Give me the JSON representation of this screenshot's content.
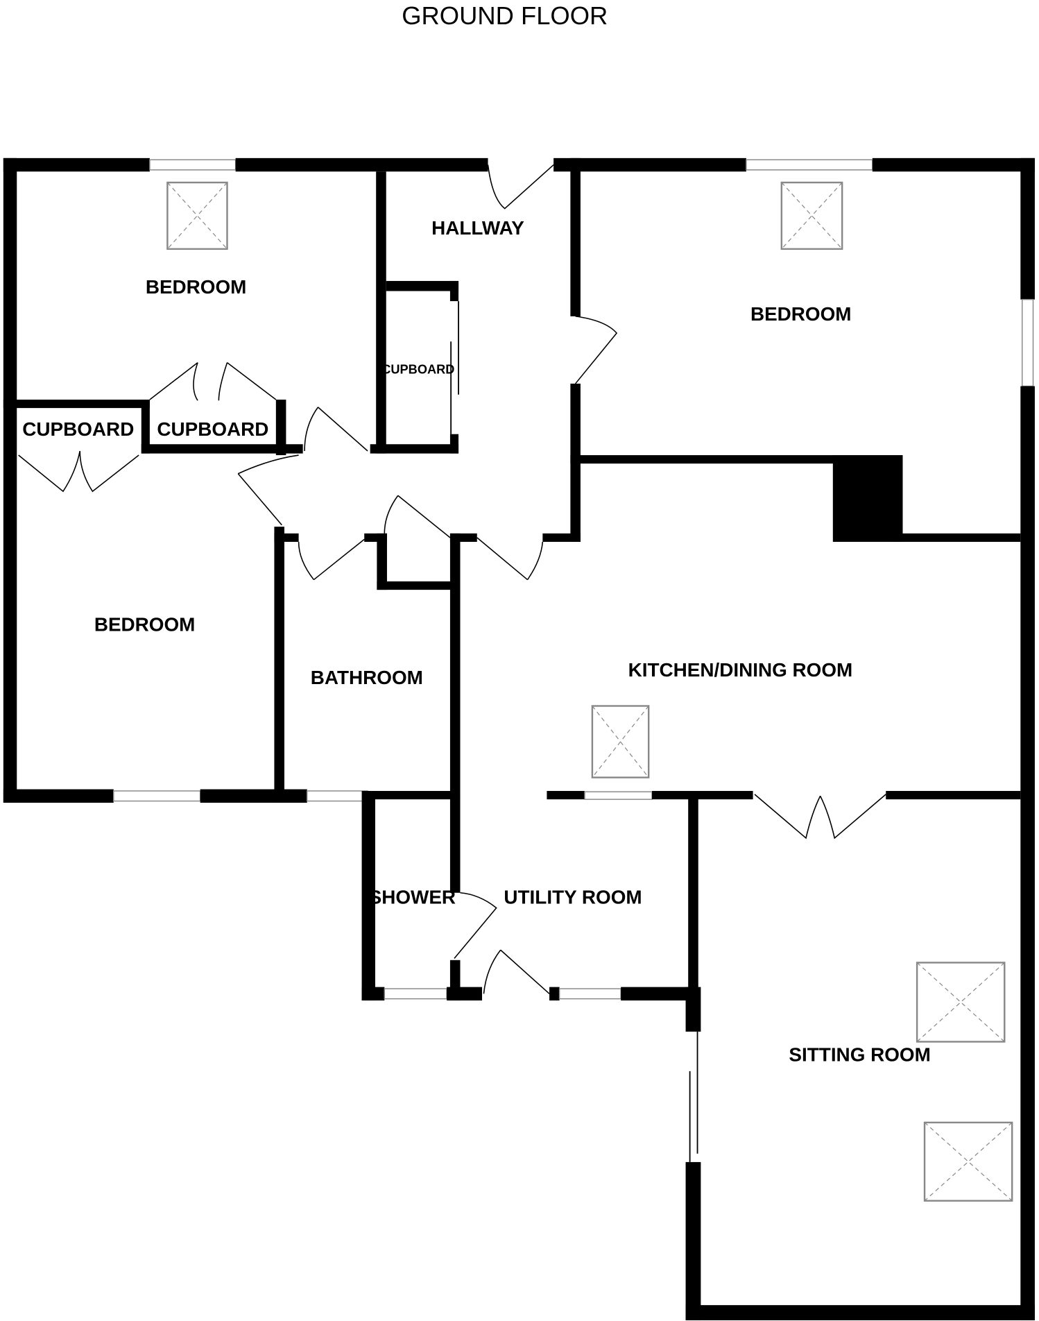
{
  "plan": {
    "title": "GROUND FLOOR",
    "rooms": {
      "bedroom_top_left": "BEDROOM",
      "hallway": "HALLWAY",
      "cupboard_hall": "CUPBOARD",
      "bedroom_top_right": "BEDROOM",
      "cupboard_left": "CUPBOARD",
      "cupboard_mid": "CUPBOARD",
      "bedroom_left": "BEDROOM",
      "bathroom": "BATHROOM",
      "kitchen": "KITCHEN/DINING ROOM",
      "shower": "SHOWER",
      "utility": "UTILITY ROOM",
      "sitting": "SITTING ROOM"
    },
    "colors": {
      "wall": "#000000",
      "fixture": "#888888"
    }
  }
}
